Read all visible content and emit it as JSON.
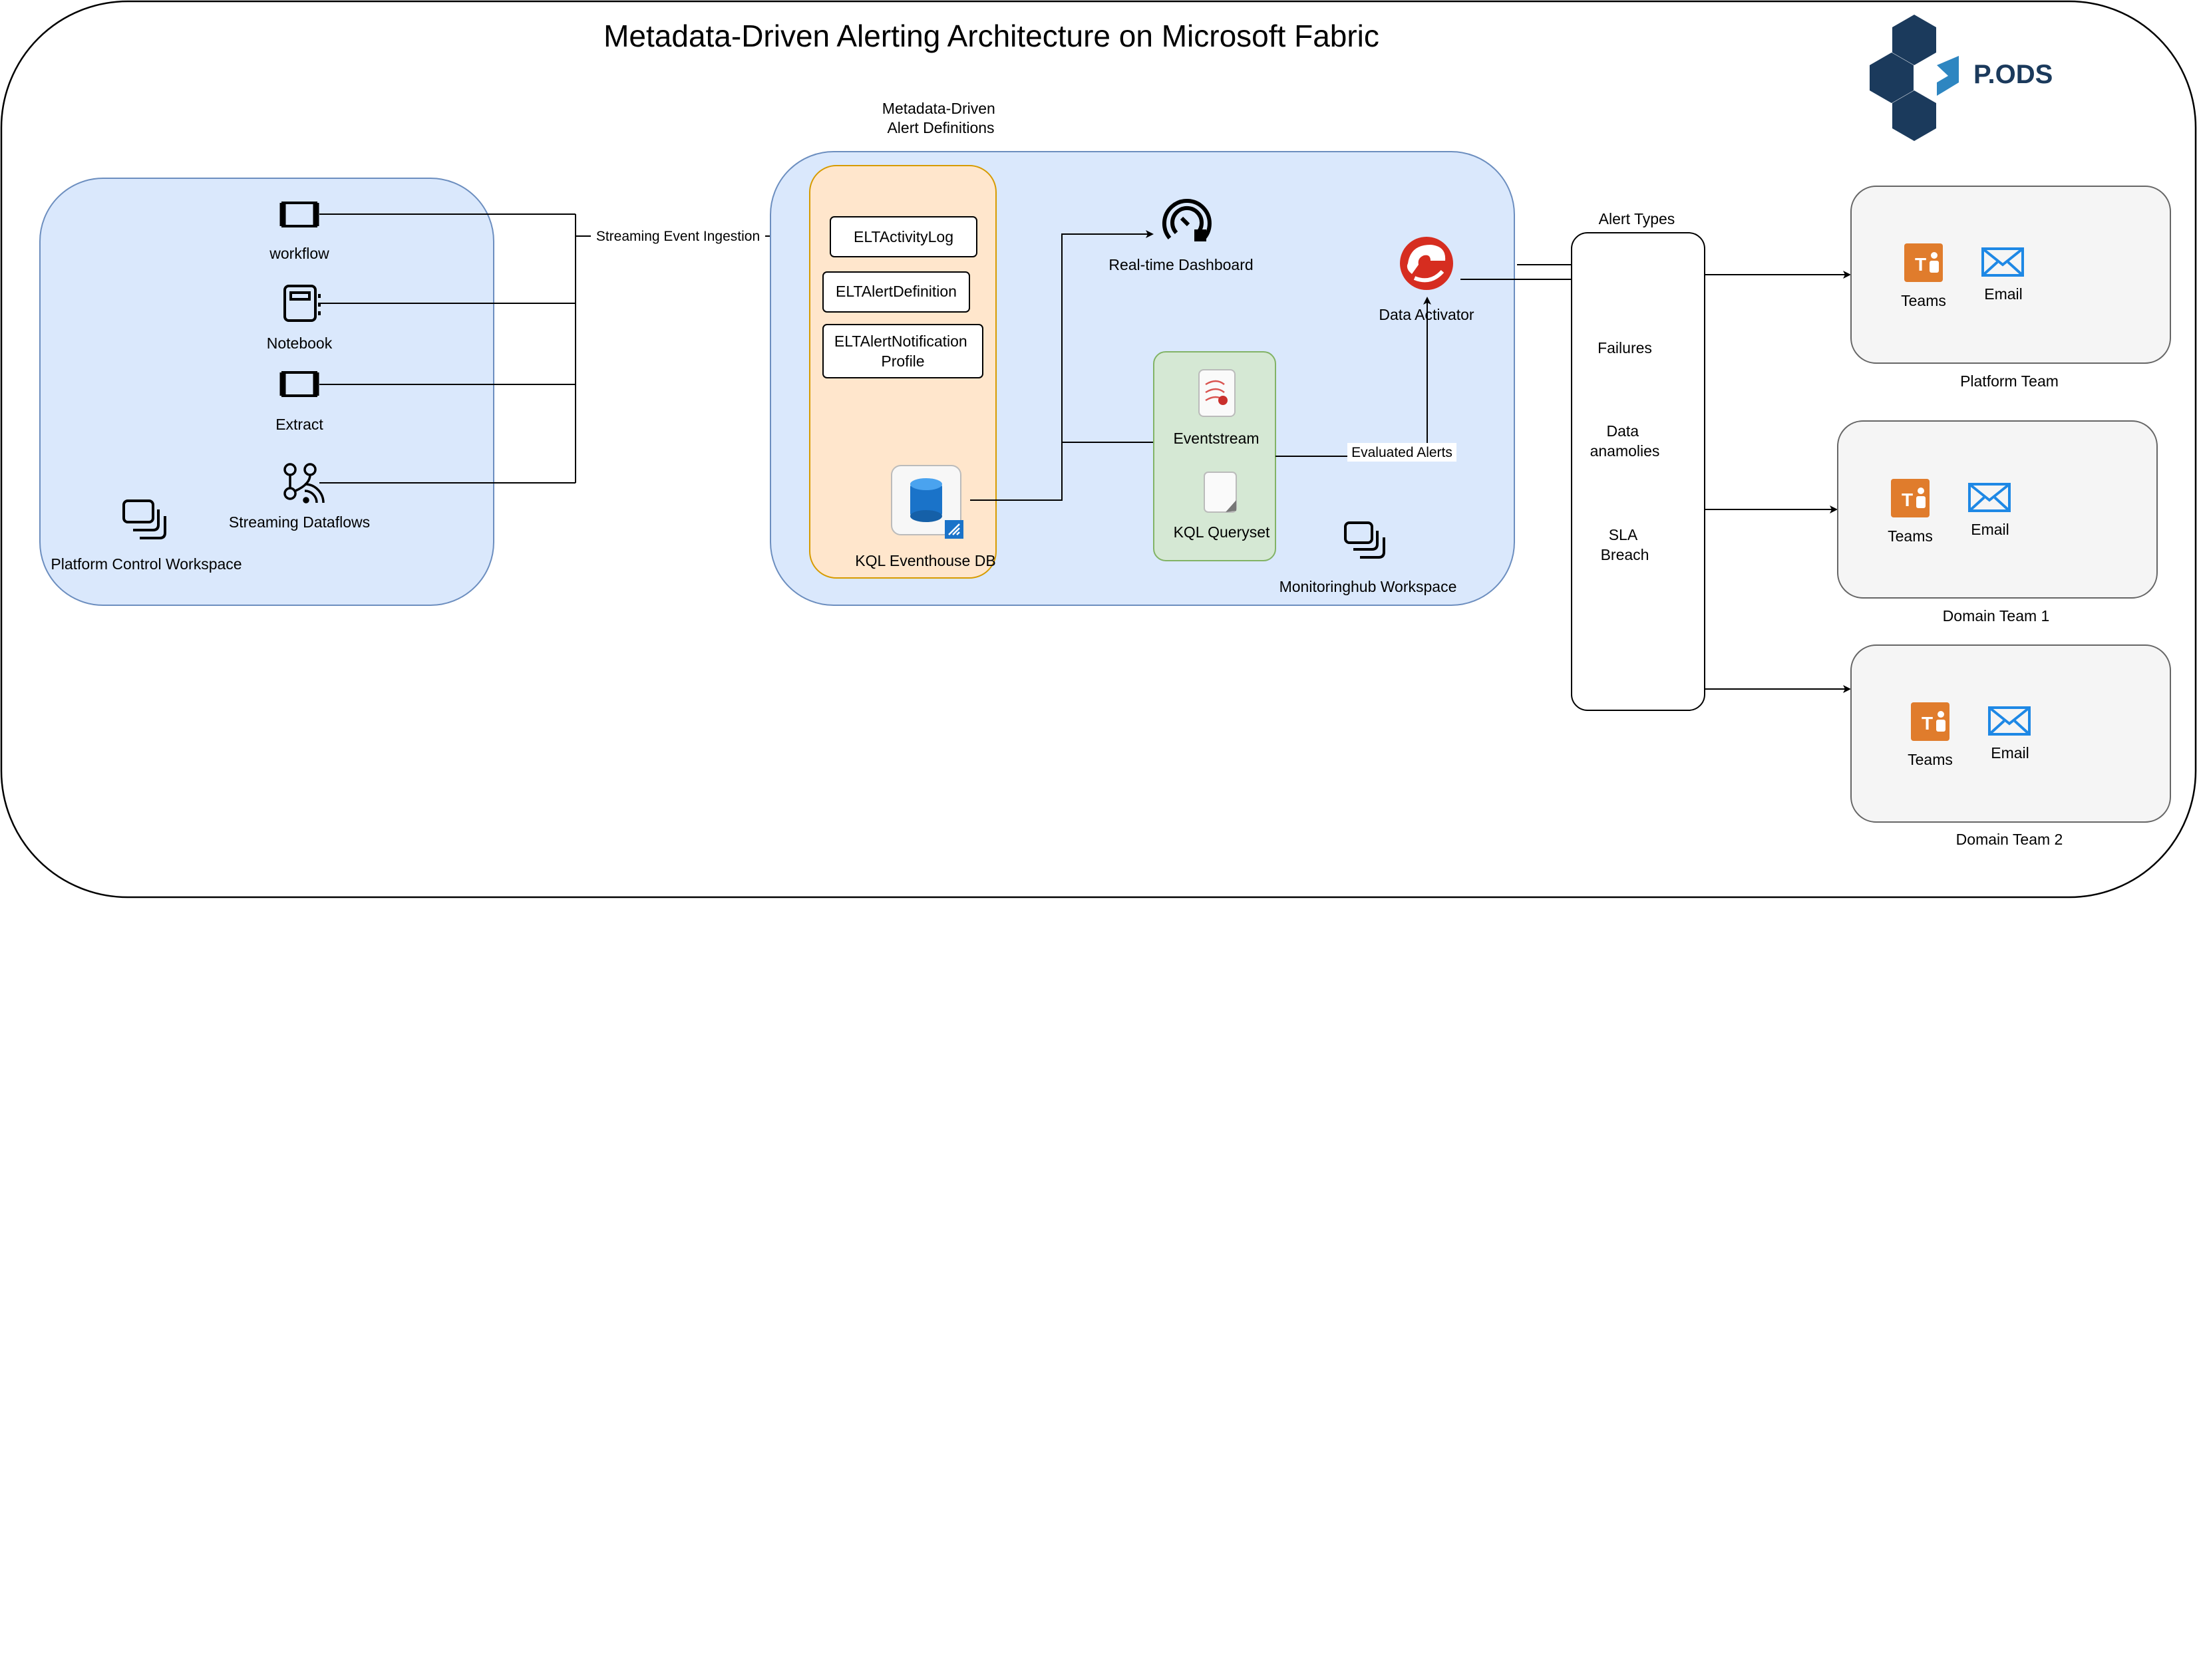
{
  "title": "Metadata-Driven Alerting Architecture on Microsoft Fabric",
  "logo": {
    "text": "P.ODS",
    "colors": {
      "dark": "#1B3A5C",
      "light": "#2E86C1"
    }
  },
  "colors": {
    "workspace_fill": "#DAE8FC",
    "workspace_stroke": "#6C8EBF",
    "kql_fill": "#FFE6CC",
    "kql_stroke": "#D79B00",
    "eventstream_fill": "#D5E8D4",
    "eventstream_stroke": "#82B366",
    "team_fill": "#F5F5F5",
    "team_stroke": "#666666",
    "teams_orange": "#E07C2C",
    "email_blue": "#1E88E5",
    "activator_red": "#D62D20"
  },
  "platform_workspace": {
    "label": "Platform Control Workspace",
    "items": [
      {
        "label": "workflow",
        "icon": "pipeline-icon"
      },
      {
        "label": "Notebook",
        "icon": "notebook-icon"
      },
      {
        "label": "Extract",
        "icon": "pipeline-icon"
      },
      {
        "label": "Streaming Dataflows",
        "icon": "dataflow-icon"
      }
    ]
  },
  "ingestion_label": "Streaming Event Ingestion",
  "alert_definitions_label": "Metadata-Driven\nAlert Definitions",
  "kql_tables": [
    "ELTActivityLog",
    "ELTAlertDefinition",
    "ELTAlertNotification\nProfile"
  ],
  "kql_db_label": "KQL Eventhouse DB",
  "dashboard_label": "Real-time Dashboard",
  "eventstream_label": "Eventstream",
  "queryset_label": "KQL Queryset",
  "evaluated_label": "Evaluated Alerts",
  "activator_label": "Data Activator",
  "monitoring_workspace_label": "Monitoringhub Workspace",
  "alert_types": {
    "title": "Alert Types",
    "items": [
      "Failures",
      "Data\nanamolies",
      "SLA\nBreach"
    ]
  },
  "teams": [
    {
      "name": "Platform Team",
      "teams_label": "Teams",
      "email_label": "Email"
    },
    {
      "name": "Domain Team 1",
      "teams_label": "Teams",
      "email_label": "Email"
    },
    {
      "name": "Domain Team 2",
      "teams_label": "Teams",
      "email_label": "Email"
    }
  ]
}
